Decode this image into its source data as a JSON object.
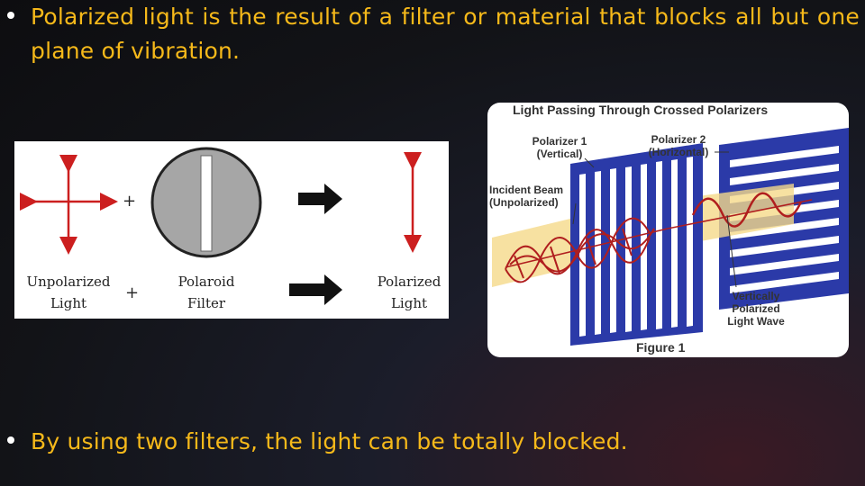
{
  "bullets": [
    {
      "text": "Polarized light is the result of a filter or material that blocks all but one plane of vibration."
    },
    {
      "text": "By using two filters, the light can be totally blocked."
    }
  ],
  "left_figure": {
    "labels": {
      "unpolarized": [
        "Unpolarized",
        "Light"
      ],
      "filter": [
        "Polaroid",
        "Filter"
      ],
      "polarized": [
        "Polarized",
        "Light"
      ]
    },
    "operators": {
      "plus": "+"
    },
    "colors": {
      "arrow": "#cc1f1f",
      "filter_disk": "#a6a6a6",
      "slot": "#ffffff"
    }
  },
  "right_figure": {
    "title": "Light Passing Through Crossed Polarizers",
    "polarizer1": [
      "Polarizer 1",
      "(Vertical)"
    ],
    "polarizer2": [
      "Polarizer 2",
      "(Horizontal)"
    ],
    "incident": [
      "Incident Beam",
      "(Unpolarized)"
    ],
    "wave": [
      "Vertically",
      "Polarized",
      "Light Wave"
    ],
    "caption": "Figure 1",
    "colors": {
      "grid": "#2b3aa8",
      "beam": "#f5d98a",
      "wave": "#b01e1e"
    }
  }
}
